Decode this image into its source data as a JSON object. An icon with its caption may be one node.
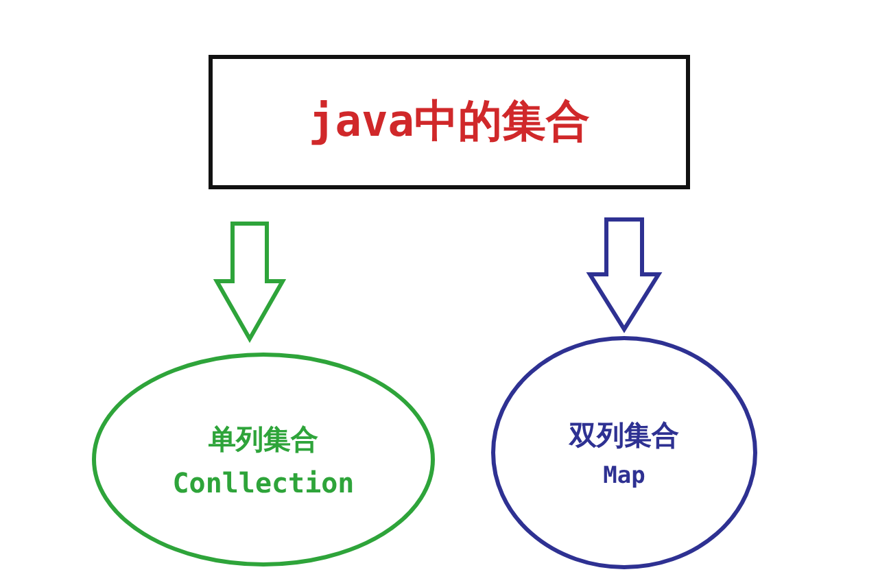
{
  "diagram": {
    "nodes": [
      {
        "text": [
          "java中的集合"
        ]
      },
      {
        "text": [
          "单列集合",
          "Conllection"
        ]
      },
      {
        "text": [
          "双列集合",
          "Map"
        ]
      }
    ],
    "edges": [
      {
        "from": 0,
        "to": 1,
        "arrow": "to",
        "color": "#2ea43a"
      },
      {
        "from": 0,
        "to": 2,
        "arrow": "to",
        "color": "#2e3192"
      }
    ]
  }
}
